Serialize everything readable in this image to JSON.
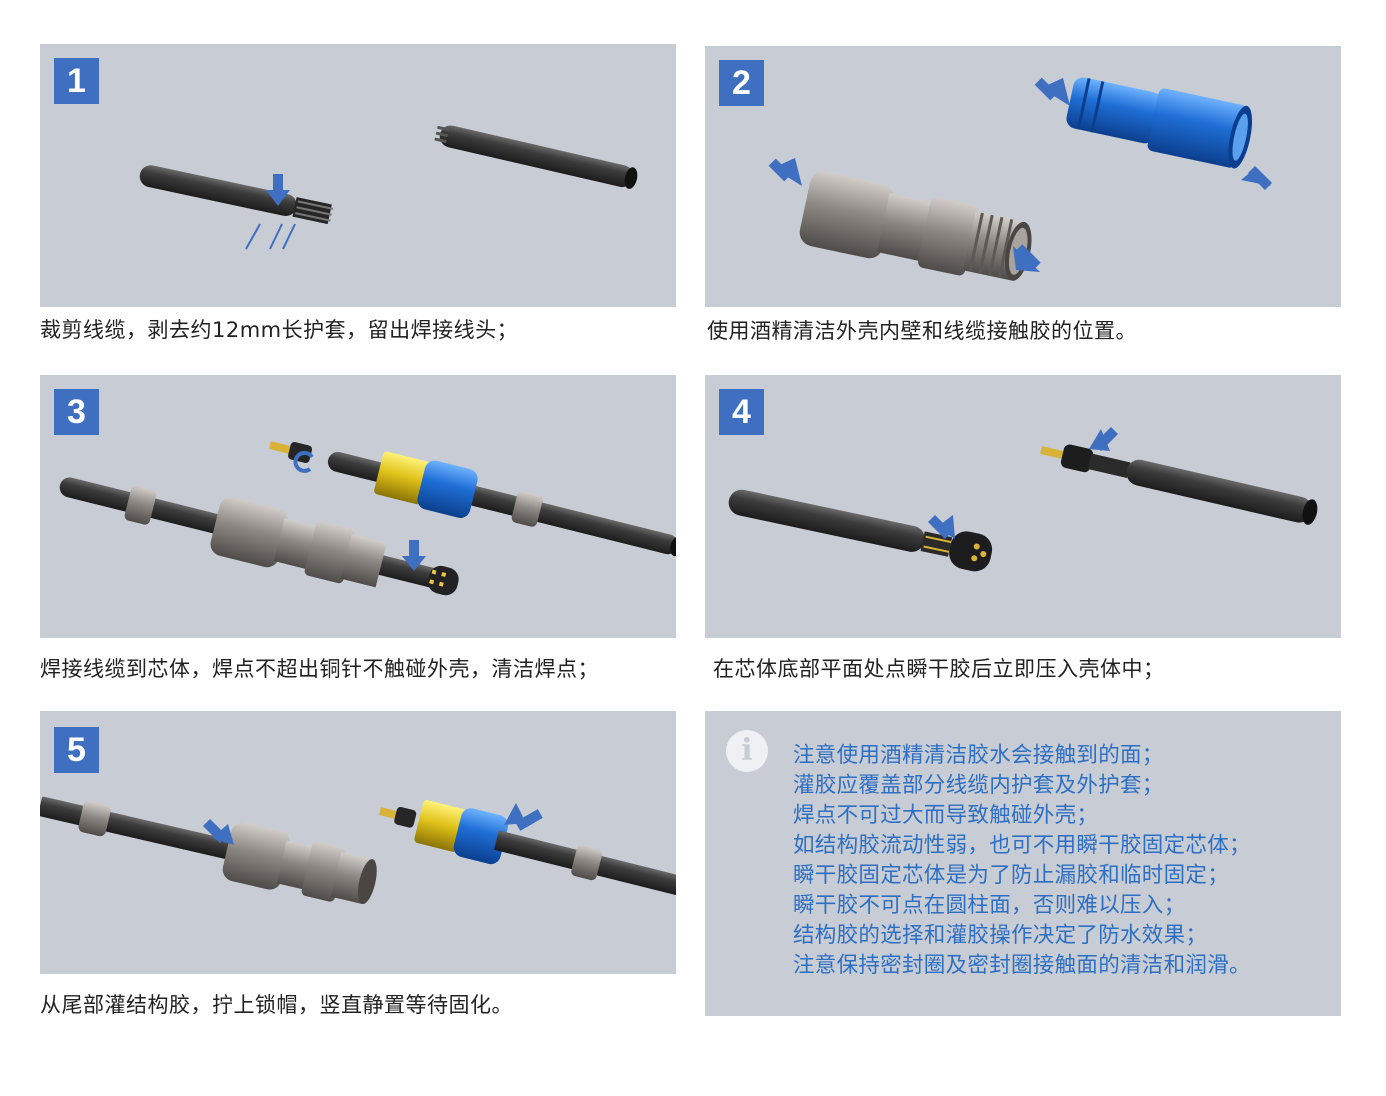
{
  "steps": [
    {
      "number": "1",
      "caption": "裁剪线缆，剥去约12mm长护套，留出焊接线头；"
    },
    {
      "number": "2",
      "caption": "使用酒精清洁外壳内壁和线缆接触胶的位置。"
    },
    {
      "number": "3",
      "caption": "焊接线缆到芯体，焊点不超出铜针不触碰外壳，清洁焊点；"
    },
    {
      "number": "4",
      "caption": "在芯体底部平面处点瞬干胶后立即压入壳体中；"
    },
    {
      "number": "5",
      "caption": "从尾部灌结构胶，拧上锁帽，竖直静置等待固化。"
    }
  ],
  "notes": {
    "icon": "info-icon",
    "lines": [
      "注意使用酒精清洁胶水会接触到的面；",
      "灌胶应覆盖部分线缆内护套及外护套；",
      "焊点不可过大而导致触碰外壳；",
      "如结构胶流动性弱，也可不用瞬干胶固定芯体；",
      "瞬干胶固定芯体是为了防止漏胶和临时固定；",
      "瞬干胶不可点在圆柱面，否则难以压入；",
      "结构胶的选择和灌胶操作决定了防水效果；",
      "注意保持密封圈及密封圈接触面的清洁和润滑。"
    ]
  },
  "colors": {
    "panel_bg": "#c8ccd4",
    "badge": "#3f6fc0",
    "arrow": "#3f6fc0",
    "note_text": "#2d6fc4",
    "cable": "#3a3a3a",
    "metal": "#8a8580",
    "blue_part": "#1f6fd6",
    "gold_part": "#e0c21a"
  }
}
